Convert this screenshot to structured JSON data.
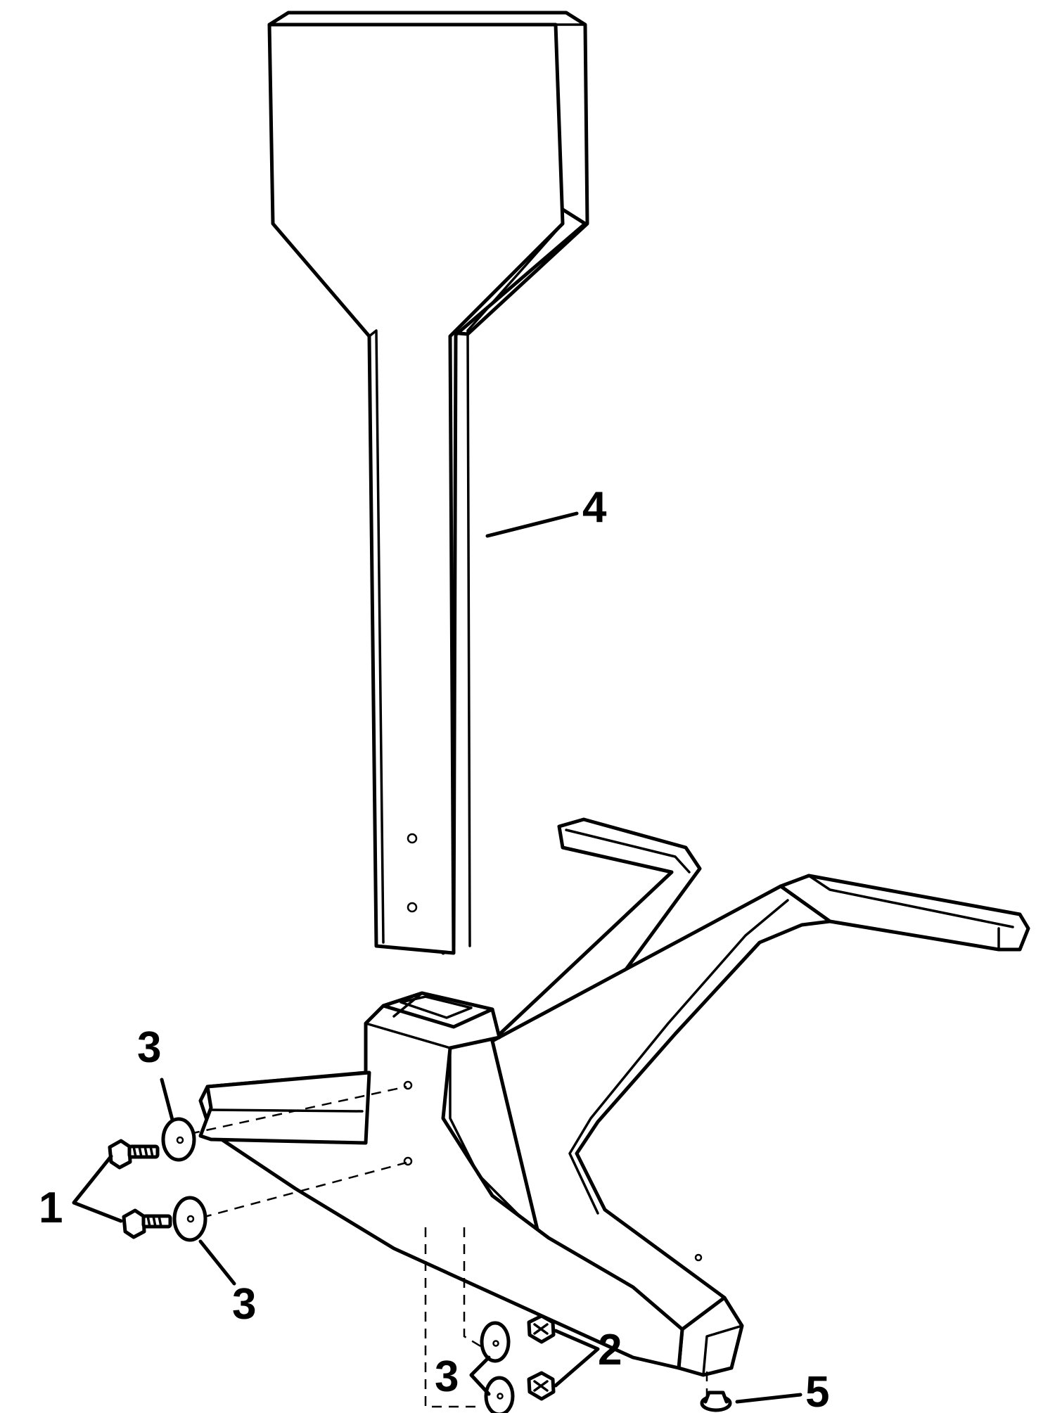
{
  "callouts": {
    "label_1": "1",
    "label_2": "2",
    "label_3_top": "3",
    "label_3_left": "3",
    "label_3_bottom": "3",
    "label_4": "4",
    "label_5": "5"
  },
  "colors": {
    "line": "#000000",
    "background": "#ffffff"
  }
}
